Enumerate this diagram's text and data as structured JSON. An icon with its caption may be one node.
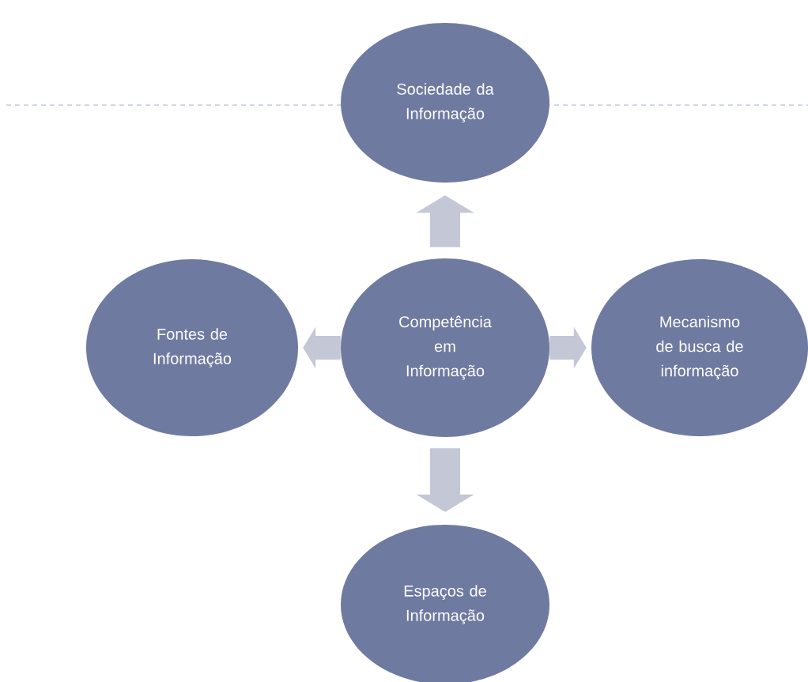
{
  "diagram": {
    "nodes": [
      {
        "text": [
          "Sociedade da Informação"
        ]
      },
      {
        "text": [
          "Fontes de Informação"
        ]
      },
      {
        "text": [
          "Competência em Informação"
        ]
      },
      {
        "text": [
          "Mecanismo de busca de informação"
        ]
      },
      {
        "text": [
          "Espaços de Informação"
        ]
      }
    ],
    "edges": [
      {
        "from": 2,
        "to": 0,
        "arrow": "to"
      },
      {
        "from": 2,
        "to": 1,
        "arrow": "to"
      },
      {
        "from": 2,
        "to": 3,
        "arrow": "to"
      },
      {
        "from": 2,
        "to": 4,
        "arrow": "to"
      }
    ]
  }
}
